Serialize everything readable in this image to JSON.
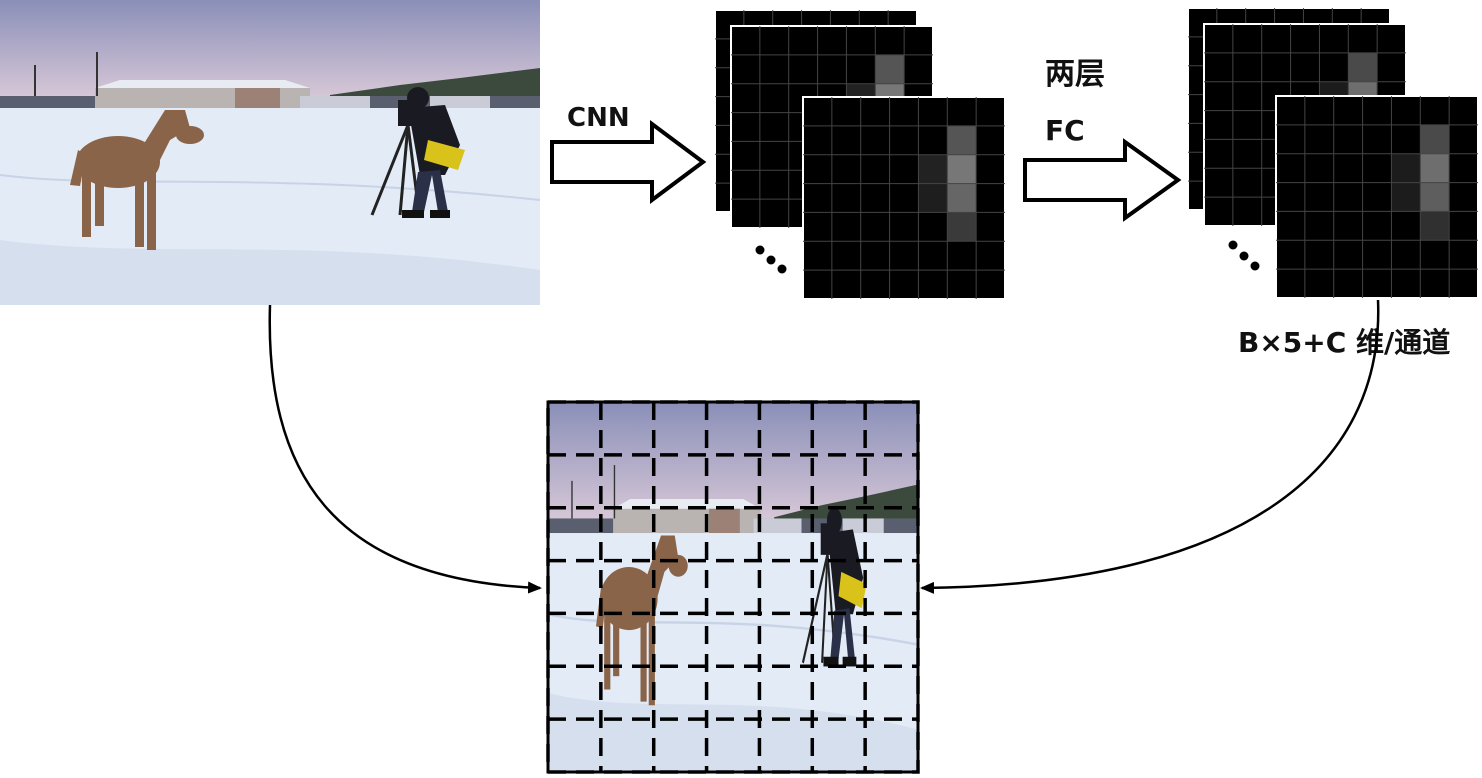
{
  "labels": {
    "cnn": "CNN",
    "fc_line1": "两层",
    "fc_line2": "FC",
    "output_dims": "B×5+C 维/通道",
    "ellipsis": "…"
  },
  "grid": {
    "cells": 7,
    "feature_grid_color": "#444444",
    "map_fill": "#000000",
    "dash_color": "#000000"
  },
  "feature_maps": {
    "cnn_highlight": [
      {
        "row": 1,
        "col": 5,
        "shade": "#555555"
      },
      {
        "row": 2,
        "col": 5,
        "shade": "#777777"
      },
      {
        "row": 3,
        "col": 5,
        "shade": "#666666"
      },
      {
        "row": 4,
        "col": 5,
        "shade": "#3a3a3a"
      },
      {
        "row": 2,
        "col": 4,
        "shade": "#222222"
      },
      {
        "row": 3,
        "col": 4,
        "shade": "#1e1e1e"
      }
    ],
    "fc_highlight": [
      {
        "row": 1,
        "col": 5,
        "shade": "#4a4a4a"
      },
      {
        "row": 2,
        "col": 5,
        "shade": "#6e6e6e"
      },
      {
        "row": 3,
        "col": 5,
        "shade": "#5e5e5e"
      },
      {
        "row": 4,
        "col": 5,
        "shade": "#303030"
      },
      {
        "row": 2,
        "col": 4,
        "shade": "#1c1c1c"
      },
      {
        "row": 3,
        "col": 4,
        "shade": "#1c1c1c"
      }
    ]
  },
  "scene": {
    "sky_top": "#8a8fb8",
    "sky_bottom": "#d9c9d8",
    "snow": "#dfe8f5",
    "horse": "#8a6448",
    "person": "#1a1a22",
    "bag": "#d9c21a"
  }
}
